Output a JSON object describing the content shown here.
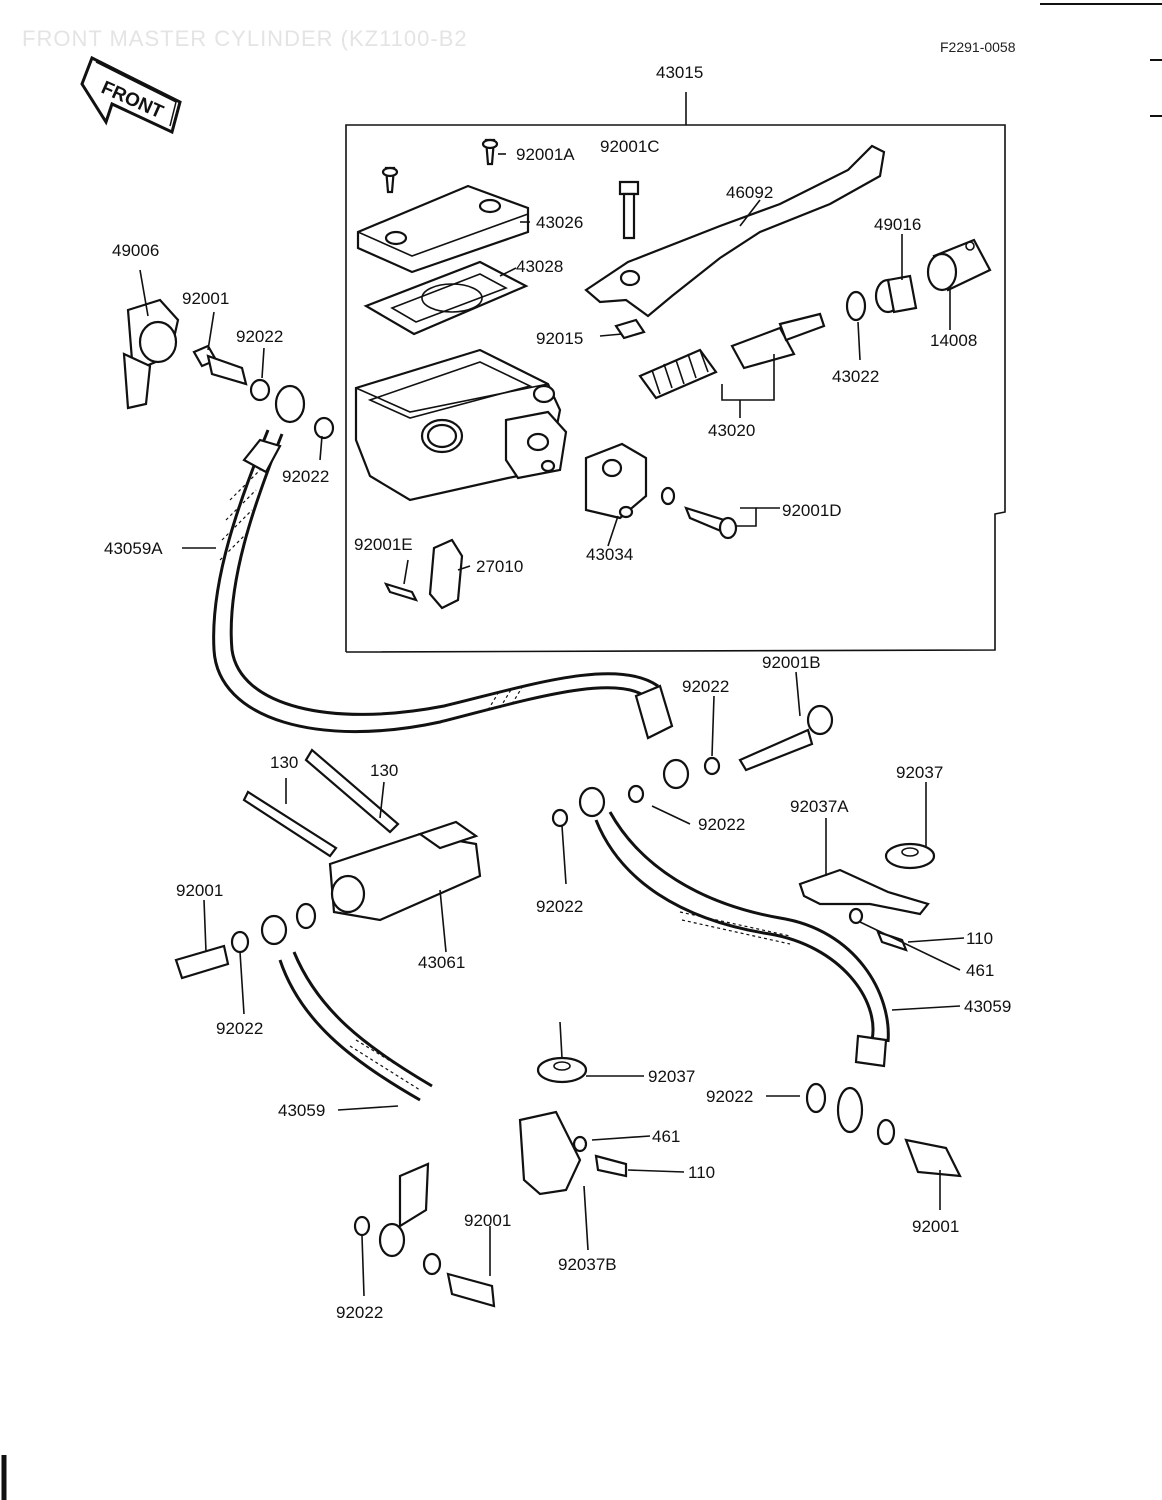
{
  "title": "FRONT MASTER CYLINDER (KZ1100-B2",
  "figure_code": "F2291-0058",
  "front_arrow_label": "FRONT",
  "parts": {
    "p43015": "43015",
    "p92001A": "92001A",
    "p92001C": "92001C",
    "p43026": "43026",
    "p46092": "46092",
    "p43028": "43028",
    "p49016": "49016",
    "p14008": "14008",
    "p43022": "43022",
    "p92015": "92015",
    "p43020": "43020",
    "p49006": "49006",
    "p92001_top": "92001",
    "p92022_top": "92022",
    "p92022_mid": "92022",
    "p92001D": "92001D",
    "p43034": "43034",
    "p43059A": "43059A",
    "p92001E": "92001E",
    "p27010": "27010",
    "p92001B": "92001B",
    "p92022_r1": "92022",
    "p92022_r2": "92022",
    "p130_a": "130",
    "p130_b": "130",
    "p92037_top": "92037",
    "p92037A": "92037A",
    "p92022_c": "92022",
    "p92001_left": "92001",
    "p43061": "43061",
    "p110_a": "110",
    "p461_a": "461",
    "p43059_r": "43059",
    "p92022_left": "92022",
    "p92037_mid": "92037",
    "p92022_right": "92022",
    "p43059_l": "43059",
    "p461_b": "461",
    "p110_b": "110",
    "p92001_low": "92001",
    "p92037B": "92037B",
    "p92001_right": "92001",
    "p92022_low": "92022"
  }
}
